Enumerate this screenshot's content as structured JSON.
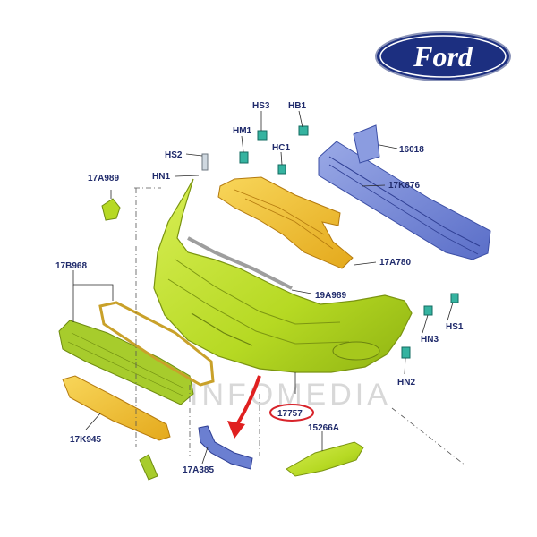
{
  "brand": {
    "logo_text": "Ford",
    "logo_color": "#1c2f80"
  },
  "watermark": "INFOMEDIA",
  "colors": {
    "label": "#1f2a6b",
    "bumper": "#b8dc2a",
    "bracket": "#f1c232",
    "beam": "#6b7fd1",
    "arrow": "#e02020",
    "highlight_circle": "#d8232a"
  },
  "parts": {
    "hs3": "HS3",
    "hb1": "HB1",
    "hm1": "HM1",
    "hc1": "HC1",
    "hs2": "HS2",
    "hn1": "HN1",
    "p16018": "16018",
    "p17a989": "17A989",
    "p17k876": "17K876",
    "p17a780": "17A780",
    "p17b968": "17B968",
    "p19a989": "19A989",
    "hs1": "HS1",
    "hn3": "HN3",
    "hn2": "HN2",
    "p17757": "17757",
    "p15266a": "15266A",
    "p17k945": "17K945",
    "p17a385": "17A385"
  }
}
